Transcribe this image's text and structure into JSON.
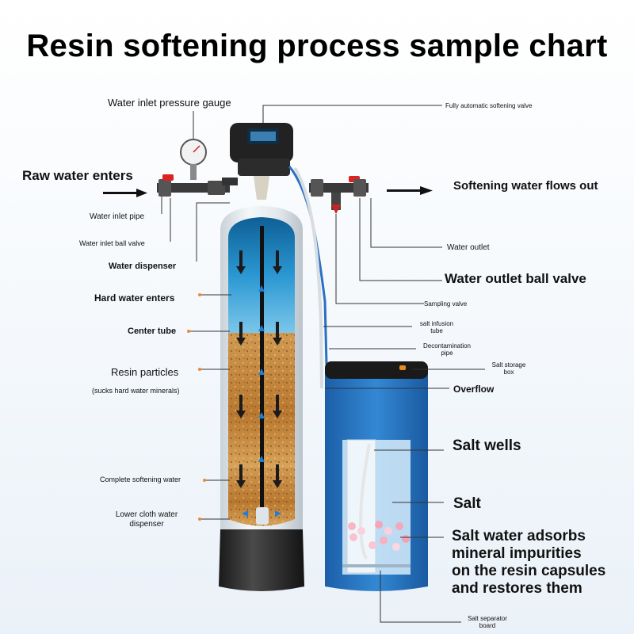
{
  "title": "Resin softening process sample chart",
  "labels": {
    "pressure_gauge": "Water inlet pressure gauge",
    "softening_valve": "Fully automatic softening valve",
    "raw_water": "Raw water enters",
    "soft_out": "Softening water flows out",
    "inlet_pipe": "Water inlet pipe",
    "inlet_ball_valve": "Water inlet ball valve",
    "dispenser": "Water dispenser",
    "outlet": "Water outlet",
    "outlet_ball_valve": "Water outlet ball valve",
    "hard_water": "Hard water enters",
    "sampling_valve": "Sampling valve",
    "center_tube": "Center tube",
    "salt_infusion_1": "salt infusion",
    "salt_infusion_2": "tube",
    "decon_1": "Decontamination",
    "decon_2": "pipe",
    "resin": "Resin particles",
    "salt_box_1": "Salt storage",
    "salt_box_2": "box",
    "resin_note": "(sucks hard water minerals)",
    "overflow": "Overflow",
    "salt_wells": "Salt wells",
    "complete": "Complete softening water",
    "salt": "Salt",
    "lower_1": "Lower cloth water",
    "lower_2": "dispenser",
    "adsorb_1": "Salt water adsorbs",
    "adsorb_2": "mineral impurities",
    "adsorb_3": "on the resin capsules",
    "adsorb_4": "and restores them",
    "separator_1": "Salt separator",
    "separator_2": "board"
  },
  "colors": {
    "tank_water": "#1e86c4",
    "resin": "#c98a3c",
    "salt_box": "#2a78c2",
    "tank_shell": "#e9eef2",
    "callout_line": "#333333",
    "callout_dot": "#f08a24"
  }
}
